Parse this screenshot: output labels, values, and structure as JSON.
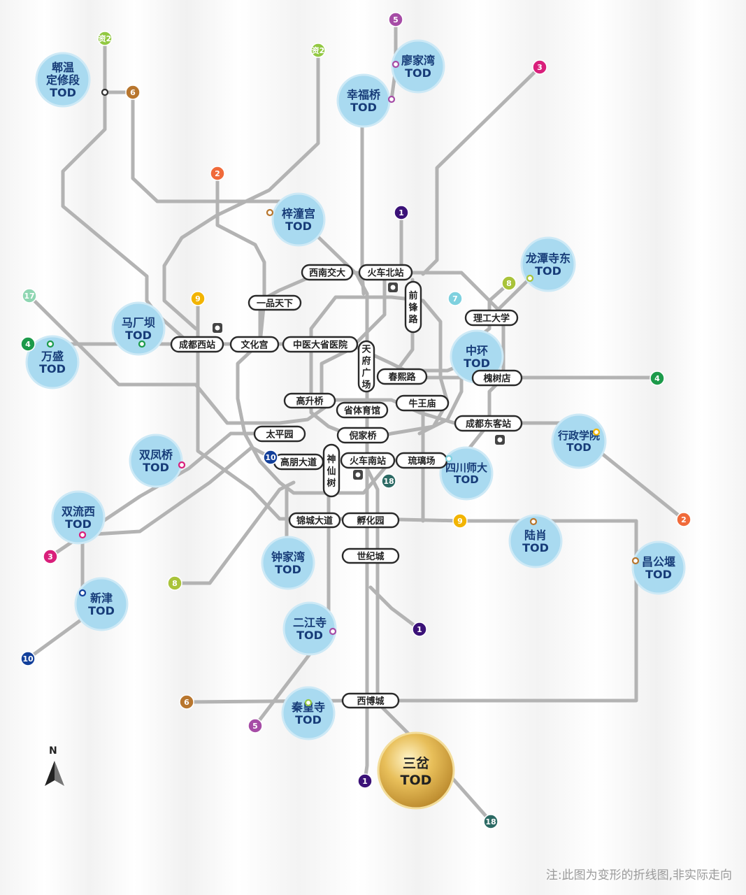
{
  "colors": {
    "line": "#b3b3b3",
    "tod_fill": "#a9daf0",
    "tod_text": "#173c78",
    "gold": "#d9a93a",
    "line_1": "#3b1278",
    "line_2": "#f06a3a",
    "line_3": "#d91f7b",
    "line_4": "#1c9a4a",
    "line_5": "#a64ca6",
    "line_6": "#b8762e",
    "line_7": "#7fd1df",
    "line_8": "#a9c33a",
    "line_9": "#f2b400",
    "line_10": "#123f9a",
    "line_17": "#8fd6b2",
    "line_18": "#2c6a64",
    "line_s2": "#92c842"
  },
  "tods": [
    {
      "id": "pi-wen-ding",
      "lines": [
        "郫温",
        "定修段",
        "TOD"
      ]
    },
    {
      "id": "liao-jia-wan",
      "lines": [
        "廖家湾",
        "TOD"
      ]
    },
    {
      "id": "xing-fu-qiao",
      "lines": [
        "幸福桥",
        "TOD"
      ]
    },
    {
      "id": "zi-tong-gong",
      "lines": [
        "梓潼宫",
        "TOD"
      ]
    },
    {
      "id": "long-tan-si-dong",
      "lines": [
        "龙潭寺东",
        "TOD"
      ]
    },
    {
      "id": "ma-chang-ba",
      "lines": [
        "马厂坝",
        "TOD"
      ]
    },
    {
      "id": "wan-sheng",
      "lines": [
        "万盛",
        "TOD"
      ]
    },
    {
      "id": "zhong-huan",
      "lines": [
        "中环",
        "TOD"
      ]
    },
    {
      "id": "shuang-feng-qiao",
      "lines": [
        "双凤桥",
        "TOD"
      ]
    },
    {
      "id": "xing-zheng-xue-yuan",
      "lines": [
        "行政学院",
        "TOD"
      ]
    },
    {
      "id": "si-chuan-shi-da",
      "lines": [
        "四川师大",
        "TOD"
      ]
    },
    {
      "id": "shuang-liu-xi",
      "lines": [
        "双流西",
        "TOD"
      ]
    },
    {
      "id": "lu-xiao",
      "lines": [
        "陆肖",
        "TOD"
      ]
    },
    {
      "id": "chang-gong-yan",
      "lines": [
        "昌公堰",
        "TOD"
      ]
    },
    {
      "id": "zhong-jia-wan",
      "lines": [
        "钟家湾",
        "TOD"
      ]
    },
    {
      "id": "xin-jin",
      "lines": [
        "新津",
        "TOD"
      ]
    },
    {
      "id": "er-jiang-si",
      "lines": [
        "二江寺",
        "TOD"
      ]
    },
    {
      "id": "qin-huang-si",
      "lines": [
        "秦皇寺",
        "TOD"
      ]
    },
    {
      "id": "san-cha",
      "lines": [
        "三岔",
        "TOD"
      ]
    }
  ],
  "stations": [
    {
      "id": "xi-nan-jiao-da",
      "label": "西南交大"
    },
    {
      "id": "huo-che-bei-zhan",
      "label": "火车北站"
    },
    {
      "id": "qian-feng-lu",
      "label": "前锋路"
    },
    {
      "id": "yi-pin-tian-xia",
      "label": "一品天下"
    },
    {
      "id": "li-gong-da-xue",
      "label": "理工大学"
    },
    {
      "id": "cheng-du-xi-zhan",
      "label": "成都西站"
    },
    {
      "id": "wen-hua-gong",
      "label": "文化宫"
    },
    {
      "id": "zhong-yi-da",
      "label": "中医大省医院"
    },
    {
      "id": "tian-fu-guang-chang",
      "label": "天府广场"
    },
    {
      "id": "chun-xi-lu",
      "label": "春熙路"
    },
    {
      "id": "huai-shu-dian",
      "label": "槐树店"
    },
    {
      "id": "gao-sheng-qiao",
      "label": "高升桥"
    },
    {
      "id": "sheng-ti-yu-guan",
      "label": "省体育馆"
    },
    {
      "id": "niu-wang-miao",
      "label": "牛王庙"
    },
    {
      "id": "cheng-du-dong-ke-zhan",
      "label": "成都东客站"
    },
    {
      "id": "tai-ping-yuan",
      "label": "太平园"
    },
    {
      "id": "ni-jia-qiao",
      "label": "倪家桥"
    },
    {
      "id": "gao-peng-da-dao",
      "label": "高朋大道"
    },
    {
      "id": "shen-xian-shu",
      "label": "神仙树"
    },
    {
      "id": "huo-che-nan-zhan",
      "label": "火车南站"
    },
    {
      "id": "liu-li-chang",
      "label": "琉璃场"
    },
    {
      "id": "jin-cheng-da-dao",
      "label": "锦城大道"
    },
    {
      "id": "fu-hua-yuan",
      "label": "孵化园"
    },
    {
      "id": "shi-ji-cheng",
      "label": "世纪城"
    },
    {
      "id": "xi-bo-cheng",
      "label": "西博城"
    }
  ],
  "badges": [
    {
      "id": "s2-a",
      "label": "资2",
      "color": "#92c842"
    },
    {
      "id": "s2-b",
      "label": "资2",
      "color": "#92c842"
    },
    {
      "id": "l5-top",
      "label": "5",
      "color": "#a64ca6"
    },
    {
      "id": "l6-top",
      "label": "6",
      "color": "#b8762e"
    },
    {
      "id": "l3-top",
      "label": "3",
      "color": "#d91f7b"
    },
    {
      "id": "l2-top",
      "label": "2",
      "color": "#f06a3a"
    },
    {
      "id": "l1-top",
      "label": "1",
      "color": "#3b1278"
    },
    {
      "id": "l8-top",
      "label": "8",
      "color": "#a9c33a"
    },
    {
      "id": "l7",
      "label": "7",
      "color": "#7fd1df"
    },
    {
      "id": "l17",
      "label": "17",
      "color": "#8fd6b2"
    },
    {
      "id": "l9-top",
      "label": "9",
      "color": "#f2b400"
    },
    {
      "id": "l4-left",
      "label": "4",
      "color": "#1c9a4a"
    },
    {
      "id": "l4-right",
      "label": "4",
      "color": "#1c9a4a"
    },
    {
      "id": "l10-mid",
      "label": "10",
      "color": "#123f9a"
    },
    {
      "id": "l18-mid",
      "label": "18",
      "color": "#2c6a64"
    },
    {
      "id": "l2-right",
      "label": "2",
      "color": "#f06a3a"
    },
    {
      "id": "l9-mid",
      "label": "9",
      "color": "#f2b400"
    },
    {
      "id": "l3-left",
      "label": "3",
      "color": "#d91f7b"
    },
    {
      "id": "l8-left",
      "label": "8",
      "color": "#a9c33a"
    },
    {
      "id": "l1-mid",
      "label": "1",
      "color": "#3b1278"
    },
    {
      "id": "l10-left",
      "label": "10",
      "color": "#123f9a"
    },
    {
      "id": "l6-left",
      "label": "6",
      "color": "#b8762e"
    },
    {
      "id": "l5-bottom",
      "label": "5",
      "color": "#a64ca6"
    },
    {
      "id": "l1-bottom",
      "label": "1",
      "color": "#3b1278"
    },
    {
      "id": "l18-bottom",
      "label": "18",
      "color": "#2c6a64"
    }
  ],
  "compass": {
    "label": "N"
  },
  "note": "注:此图为变形的折线图,非实际走向"
}
